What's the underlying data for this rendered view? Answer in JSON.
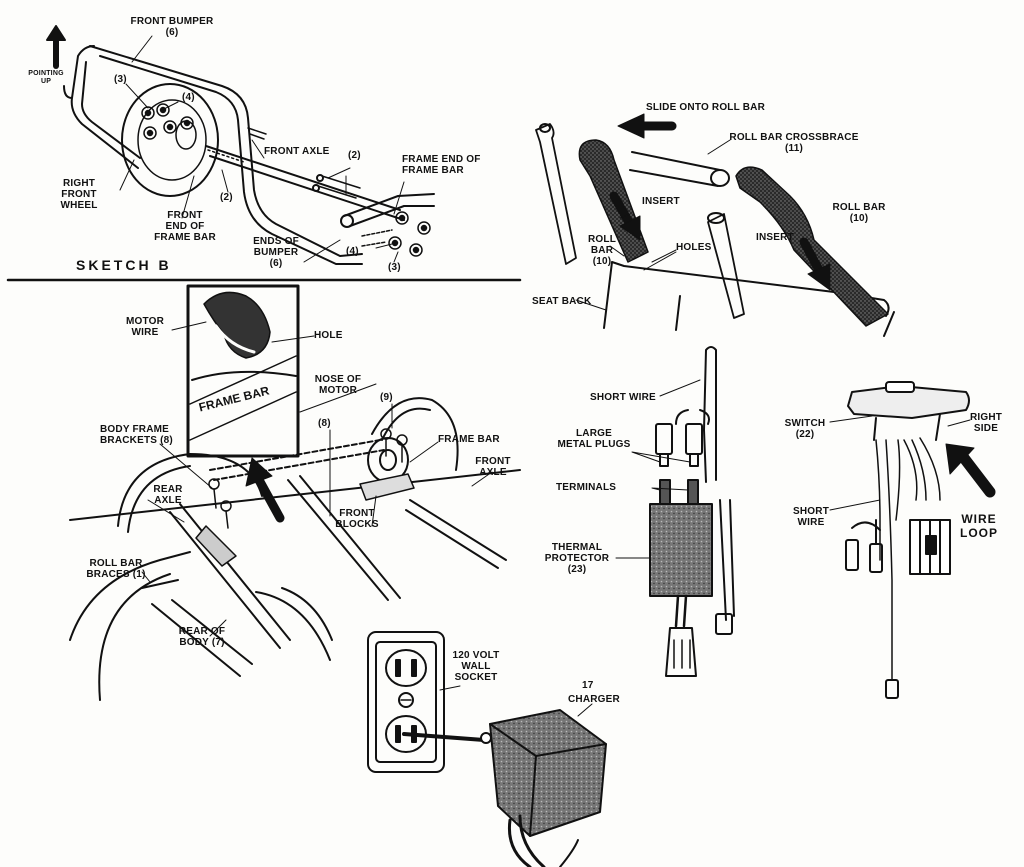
{
  "labels": {
    "front_bumper": "FRONT BUMPER\n(6)",
    "pointing_up": "POINTING\nUP",
    "callout_3_top": "(3)",
    "callout_4_top": "(4)",
    "front_axle_top": "FRONT AXLE",
    "callout_2_right": "(2)",
    "callout_2_left": "(2)",
    "frame_end": "FRAME END OF\nFRAME BAR",
    "right_front_wheel": "RIGHT\nFRONT\nWHEEL",
    "front_end_frame_bar": "FRONT\nEND OF\nFRAME BAR",
    "ends_of_bumper": "ENDS OF\nBUMPER\n(6)",
    "callout_4_bottom": "(4)",
    "callout_3_bottom": "(3)",
    "sketch_b": "SKETCH B",
    "slide_onto": "SLIDE ONTO ROLL BAR",
    "crossbrace": "ROLL BAR CROSSBRACE\n(11)",
    "insert_left": "INSERT",
    "insert_right": "INSERT",
    "roll_bar_right": "ROLL BAR\n(10)",
    "roll_bar_left": "ROLL\nBAR\n(10)",
    "holes": "HOLES",
    "seat_back": "SEAT BACK",
    "motor_wire": "MOTOR\nWIRE",
    "hole": "HOLE",
    "frame_bar_inset": "FRAME BAR",
    "nose_of_motor": "NOSE OF\nMOTOR",
    "callout_9": "(9)",
    "callout_8": "(8)",
    "frame_bar": "FRAME BAR",
    "front_axle_mid": "FRONT\nAXLE",
    "body_frame_brackets": "BODY FRAME\nBRACKETS (8)",
    "rear_axle": "REAR\nAXLE",
    "front_blocks": "FRONT\nBLOCKS",
    "roll_bar_braces": "ROLL BAR\nBRACES (1)",
    "rear_of_body": "REAR OF\nBODY (7)",
    "short_wire_mid": "SHORT WIRE",
    "large_plugs": "LARGE\nMETAL PLUGS",
    "terminals": "TERMINALS",
    "thermal_protector": "THERMAL\nPROTECTOR\n(23)",
    "switch": "SWITCH\n(22)",
    "right_side": "RIGHT\nSIDE",
    "short_wire_right": "SHORT\nWIRE",
    "wire_loop": "WIRE\nLOOP",
    "wall_socket": "120 VOLT\nWALL\nSOCKET",
    "charger": "CHARGER",
    "charger_num": "17"
  },
  "colors": {
    "ink": "#111111",
    "paper": "#fdfdfb",
    "texture": "#5a5a5a"
  }
}
